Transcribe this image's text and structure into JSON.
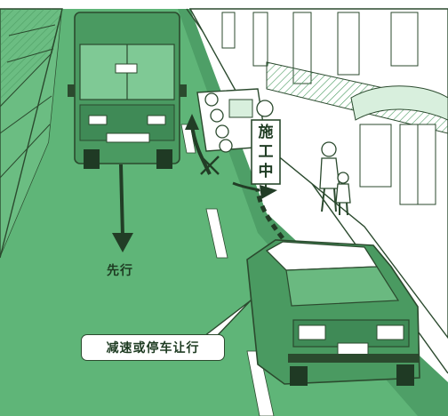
{
  "labels": {
    "bus_instruction": "先行",
    "car_instruction": "减速或停车让行",
    "construction_sign": "施工中"
  },
  "colors": {
    "road_green": "#5fb578",
    "dark_green": "#3f8a56",
    "line_dark": "#2b4a2e",
    "background": "#ffffff"
  },
  "icons": {
    "bus": "bus-icon",
    "car": "car-icon",
    "pedestrians": "pedestrian-icon",
    "barrier": "construction-barrier-icon",
    "blocked_path": "cross-mark-icon"
  }
}
